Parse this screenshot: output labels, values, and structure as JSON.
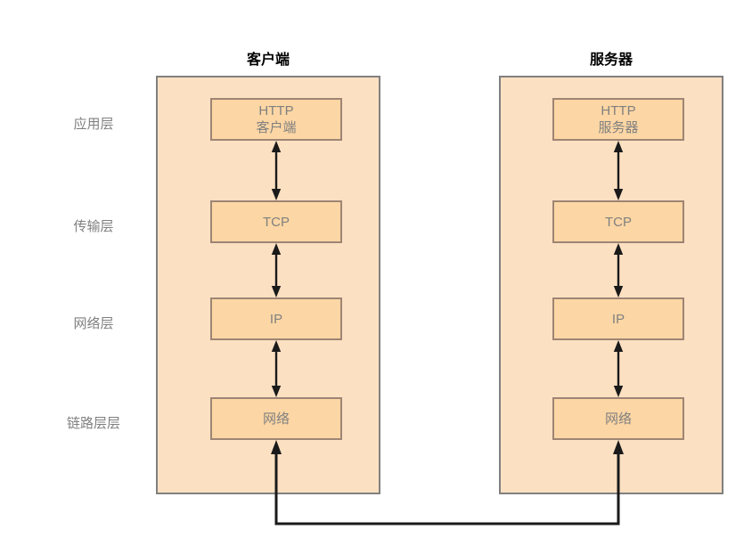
{
  "diagram": {
    "title_client": "客户端",
    "title_server": "服务器",
    "layers": [
      {
        "label": "应用层"
      },
      {
        "label": "传输层"
      },
      {
        "label": "网络层"
      },
      {
        "label": "链路层层"
      }
    ],
    "client_stack": [
      {
        "line1": "HTTP",
        "line2": "客户端"
      },
      {
        "line1": "TCP",
        "line2": ""
      },
      {
        "line1": "IP",
        "line2": ""
      },
      {
        "line1": "网络",
        "line2": ""
      }
    ],
    "server_stack": [
      {
        "line1": "HTTP",
        "line2": "服务器"
      },
      {
        "line1": "TCP",
        "line2": ""
      },
      {
        "line1": "IP",
        "line2": ""
      },
      {
        "line1": "网络",
        "line2": ""
      }
    ],
    "colors": {
      "canvas": "#ffffff",
      "container_fill": "#fce0c2",
      "container_border": "#808080",
      "box_fill": "#fcd6a4",
      "box_border": "#9e8574",
      "box_text": "#808080",
      "title_text": "#000000",
      "arrow": "#1a1a1a"
    }
  }
}
